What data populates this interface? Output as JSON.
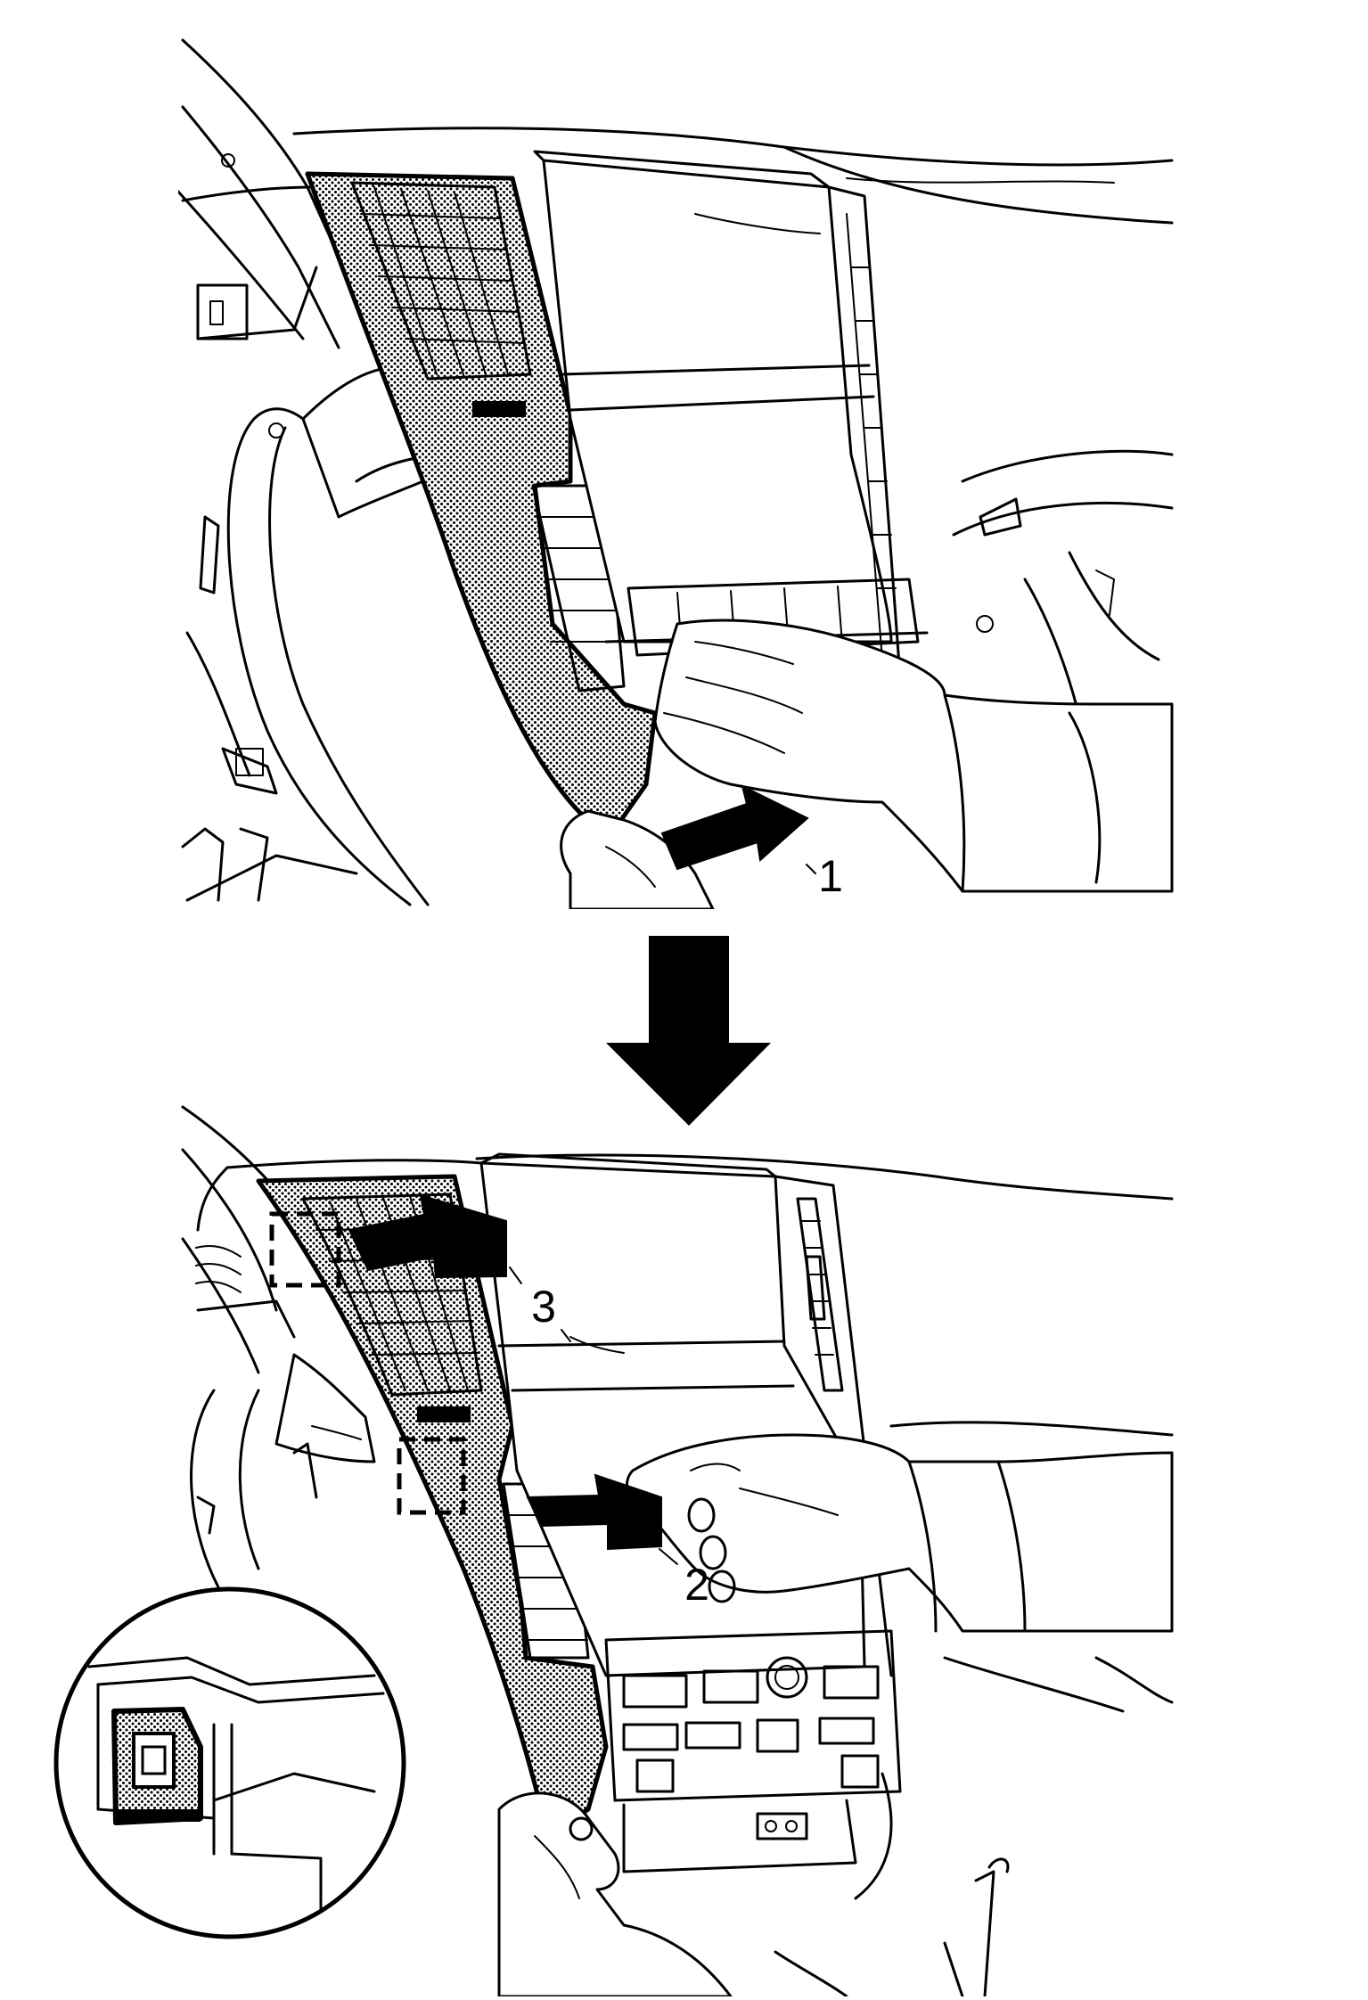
{
  "steps": {
    "step1": "1",
    "step2": "2",
    "step3": "3"
  },
  "colors": {
    "line": "#000000",
    "background": "#ffffff",
    "stipple": "#000000"
  },
  "icons": {
    "arrow1": "removal-direction-arrow",
    "arrow2": "removal-direction-arrow",
    "arrow3": "removal-direction-arrow",
    "sequence": "down-arrow",
    "detail": "clip-detail-magnifier"
  }
}
